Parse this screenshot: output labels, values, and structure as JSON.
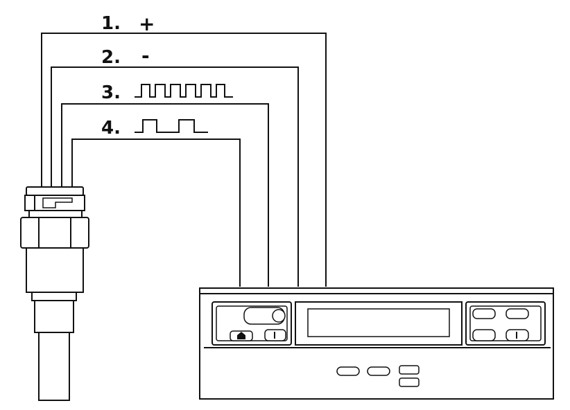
{
  "pins": [
    {
      "number": "1.",
      "signal": "+"
    },
    {
      "number": "2.",
      "signal": "-"
    },
    {
      "number": "3.",
      "signal": ""
    },
    {
      "number": "4.",
      "signal": ""
    }
  ],
  "signals": {
    "pin3": "pulse-train-high-frequency",
    "pin4": "pulse-train-low-frequency"
  },
  "components": {
    "sensor": "speed-sensor",
    "unit": "tachograph"
  }
}
